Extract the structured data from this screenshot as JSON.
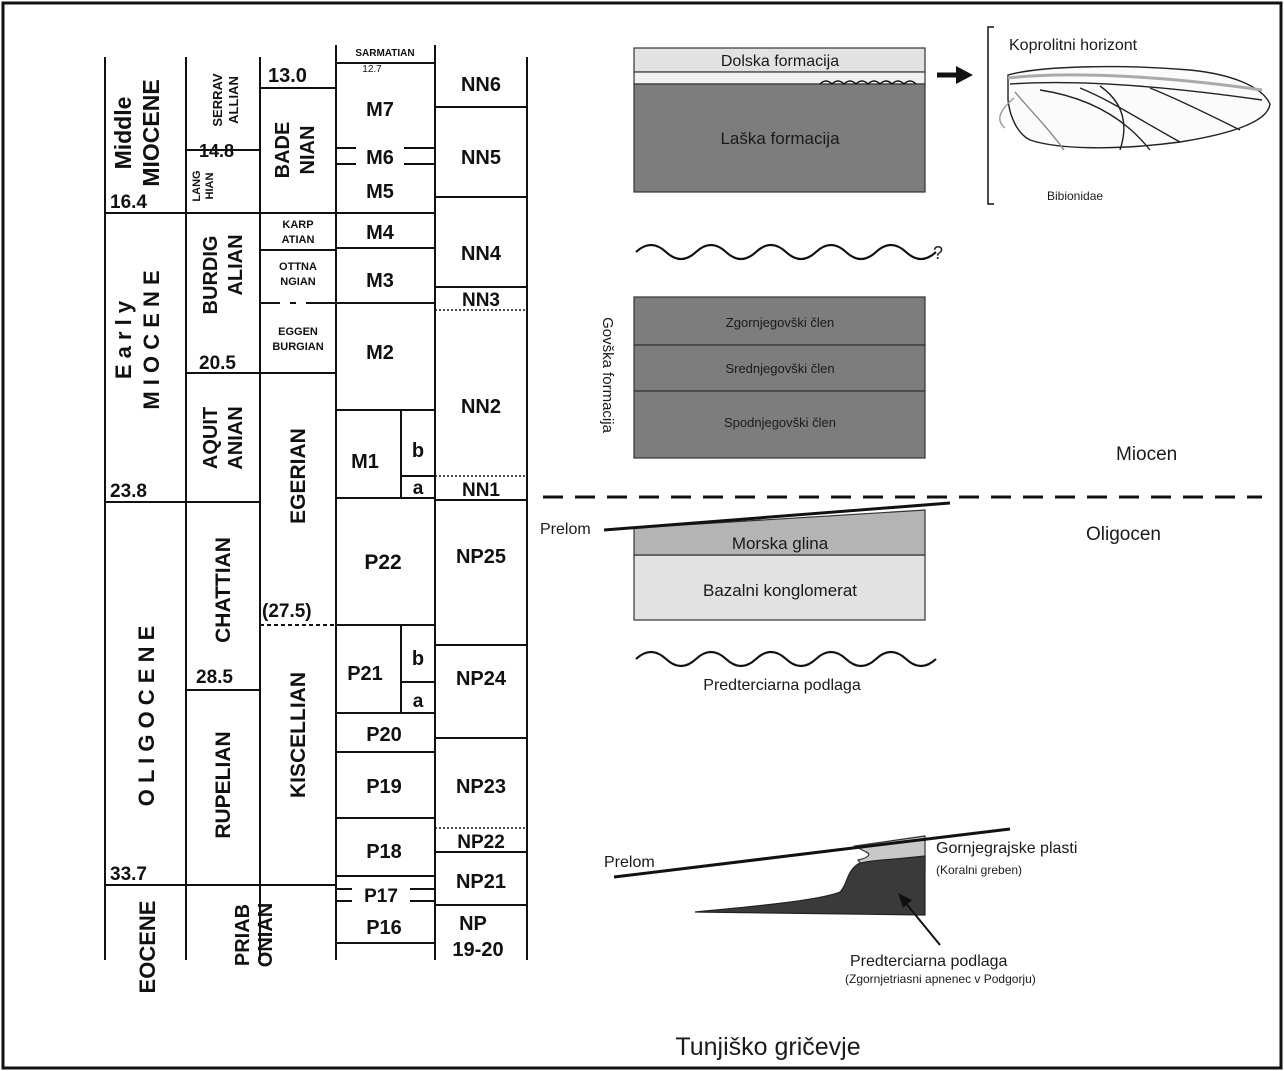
{
  "epochs": {
    "middle_1": "Middle",
    "middle_2": "MIOCENE",
    "early_1": "E a r l y",
    "early_2": "M I O C E N E",
    "oligocene": "O L I G O C E N E",
    "eocene": "EOCENE",
    "age_16_4": "16.4",
    "age_23_8": "23.8",
    "age_33_7": "33.7"
  },
  "stages": {
    "serravallian_1": "SERRAV",
    "serravallian_2": "ALLIAN",
    "age_14_8": "14.8",
    "langhian_1": "LANG",
    "langhian_2": "HIAN",
    "burdigalian_1": "BURDIG",
    "burdigalian_2": "ALIAN",
    "age_20_5": "20.5",
    "aquitanian_1": "AQUIT",
    "aquitanian_2": "ANIAN",
    "chattian": "CHATTIAN",
    "age_28_5": "28.5",
    "rupelian": "RUPELIAN",
    "priabonian_1": "PRIAB",
    "priabonian_2": "ONIAN"
  },
  "paratethys": {
    "age_13_0": "13.0",
    "badenian_1": "BADE",
    "badenian_2": "NIAN",
    "karpatian_1": "KARP",
    "karpatian_2": "ATIAN",
    "ottnangian_1": "OTTNA",
    "ottnangian_2": "NGIAN",
    "eggenburgian_1": "EGGEN",
    "eggenburgian_2": "BURGIAN",
    "egerian": "EGERIAN",
    "age_27_5": "(27.5)",
    "kiscellian": "KISCELLIAN"
  },
  "foram_zones": {
    "sarmatian": "SARMATIAN",
    "age_12_7": "12.7",
    "m7": "M7",
    "m6": "M6",
    "m5": "M5",
    "m4": "M4",
    "m3": "M3",
    "m2": "M2",
    "m1": "M1",
    "m1b": "b",
    "m1a": "a",
    "p22": "P22",
    "p21": "P21",
    "p21b": "b",
    "p21a": "a",
    "p20": "P20",
    "p19": "P19",
    "p18": "P18",
    "p17": "P17",
    "p16": "P16"
  },
  "nanno_zones": {
    "nn6": "NN6",
    "nn5": "NN5",
    "nn4": "NN4",
    "nn3": "NN3",
    "nn2": "NN2",
    "nn1": "NN1",
    "np25": "NP25",
    "np24": "NP24",
    "np23": "NP23",
    "np22": "NP22",
    "np21": "NP21",
    "np1920_1": "NP",
    "np1920_2": "19-20"
  },
  "section": {
    "dolska": "Dolska formacija",
    "laska": "Laška formacija",
    "koprolitni": "Koprolitni horizont",
    "bibionidae": "Bibionidae",
    "question": "?",
    "govska": "Govška formacija",
    "zgornjegovski": "Zgornjegovški člen",
    "srednjegovski": "Srednjegovški člen",
    "spodnjegovski": "Spodnjegovški člen",
    "miocen": "Miocen",
    "oligocen": "Oligocen",
    "prelom_1": "Prelom",
    "morska_glina": "Morska glina",
    "bazalni": "Bazalni konglomerat",
    "predterciarna_1": "Predterciarna podlaga",
    "prelom_2": "Prelom",
    "gornjegrajske": "Gornjegrajske plasti",
    "koralni": "(Koralni greben)",
    "predterciarna_2": "Predterciarna podlaga",
    "zgornjetriasni": "(Zgornjetriasni apnenec v Podgorju)"
  },
  "caption": "Tunjiško gričevje",
  "colors": {
    "dark_grey": "#7d7d7d",
    "mid_grey": "#b4b4b4",
    "light_grey": "#e2e2e2",
    "reef_black": "#3a3a3a"
  }
}
